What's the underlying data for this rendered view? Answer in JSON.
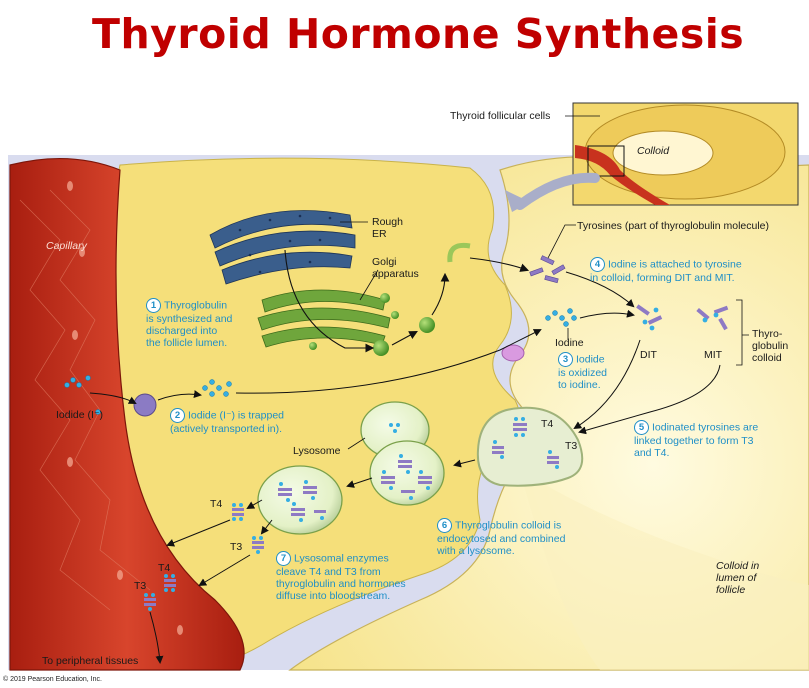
{
  "title": "Thyroid Hormone Synthesis",
  "labels": {
    "follicular_cells": "Thyroid follicular cells",
    "colloid_inset": "Colloid",
    "rough_er": "Rough\nER",
    "golgi": "Golgi\napparatus",
    "capillary": "Capillary",
    "tyrosines": "Tyrosines (part of thyroglobulin molecule)",
    "iodine": "Iodine",
    "dit": "DIT",
    "mit": "MIT",
    "thyroglobulin_colloid": "Thyro-\nglobulin\ncolloid",
    "iodide": "Iodide (I⁻)",
    "lysosome": "Lysosome",
    "t4": "T4",
    "t3": "T3",
    "colloid_lumen": "Colloid in\nlumen of\nfollicle",
    "peripheral": "To peripheral tissues",
    "copyright": "© 2019 Pearson Education, Inc."
  },
  "steps": [
    {
      "n": "1",
      "text": "Thyroglobulin\nis synthesized and\ndischarged into\nthe follicle lumen."
    },
    {
      "n": "2",
      "text": "Iodide (I⁻) is trapped\n(actively transported in)."
    },
    {
      "n": "3",
      "text": "Iodide\nis oxidized\nto iodine."
    },
    {
      "n": "4",
      "text": "Iodine is attached to tyrosine\nin colloid, forming DIT and MIT."
    },
    {
      "n": "5",
      "text": "Iodinated tyrosines are\nlinked together to form T3\nand T4."
    },
    {
      "n": "6",
      "text": "Thyroglobulin colloid is\nendocytosed and combined\nwith a lysosome."
    },
    {
      "n": "7",
      "text": "Lysosomal enzymes\ncleave T4 and T3 from\nthyroglobulin and hormones\ndiffuse into bloodstream."
    }
  ],
  "colors": {
    "title": "#c00000",
    "cell": "#f7e48a",
    "colloid": "#fbf2b8",
    "vessel": "#c8321e",
    "step_text": "#1f8fc7"
  }
}
